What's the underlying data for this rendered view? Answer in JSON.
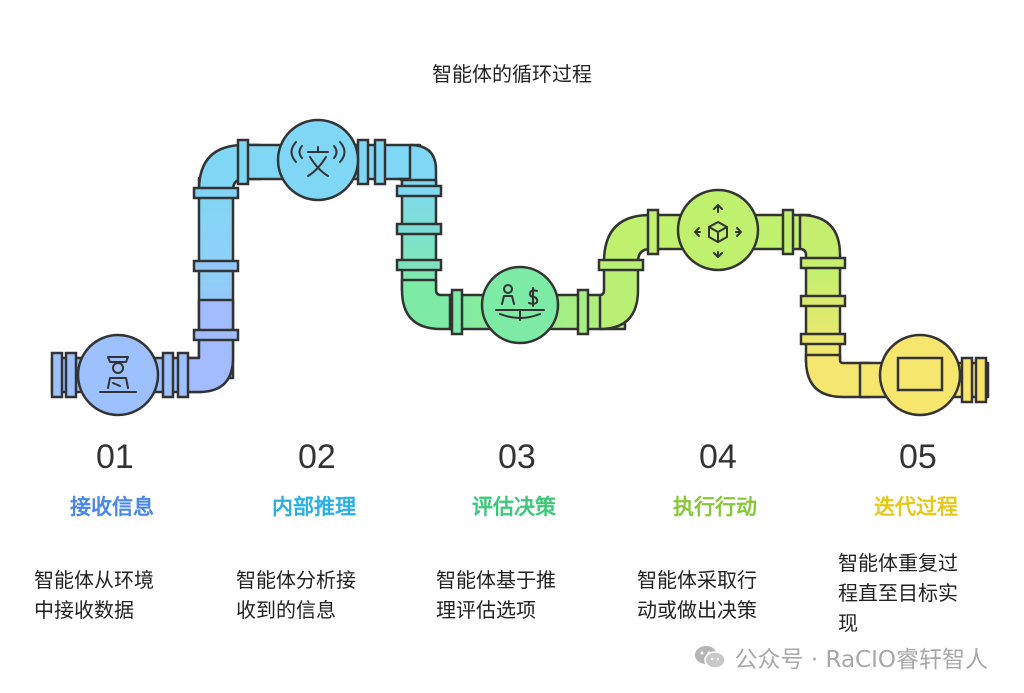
{
  "title": "智能体的循环过程",
  "colors": {
    "blue": "#9dc0ff",
    "cyan": "#7fd7f5",
    "green": "#7deba6",
    "lime": "#bff06e",
    "yellow": "#f7e66e",
    "label_blue": "#4a86e8",
    "label_cyan": "#2ab0e6",
    "label_green": "#3cc77a",
    "label_lime": "#86c83a",
    "label_yellow": "#e6c817"
  },
  "steps": [
    {
      "num": "01",
      "label": "接收信息",
      "desc_lines": [
        "智能体从环境",
        "中接收数据"
      ],
      "icon": "person-desk-icon"
    },
    {
      "num": "02",
      "label": "内部推理",
      "desc_lines": [
        "智能体分析接",
        "收到的信息"
      ],
      "icon": "translate-broadcast-icon"
    },
    {
      "num": "03",
      "label": "评估决策",
      "desc_lines": [
        "智能体基于推",
        "理评估选项"
      ],
      "icon": "balance-scale-icon"
    },
    {
      "num": "04",
      "label": "执行行动",
      "desc_lines": [
        "智能体采取行",
        "动或做出决策"
      ],
      "icon": "move-cube-icon"
    },
    {
      "num": "05",
      "label": "迭代过程",
      "desc_lines": [
        "智能体重复过",
        "程直至目标实",
        "现"
      ],
      "icon": "rectangle-icon"
    }
  ],
  "watermark": "公众号 · RaCIO睿轩智人"
}
